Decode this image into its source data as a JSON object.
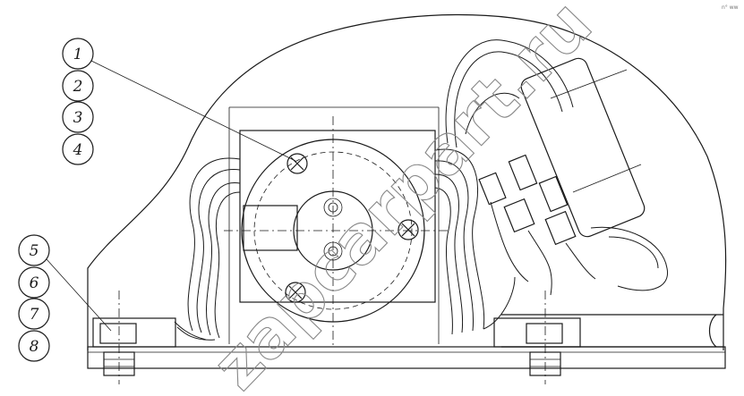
{
  "callouts": {
    "left_top": [
      "1",
      "2",
      "3",
      "4"
    ],
    "left_bottom": [
      "5",
      "6",
      "7",
      "8"
    ]
  },
  "watermark": "zapcarpart.ru",
  "corner_mark": "n° ww"
}
